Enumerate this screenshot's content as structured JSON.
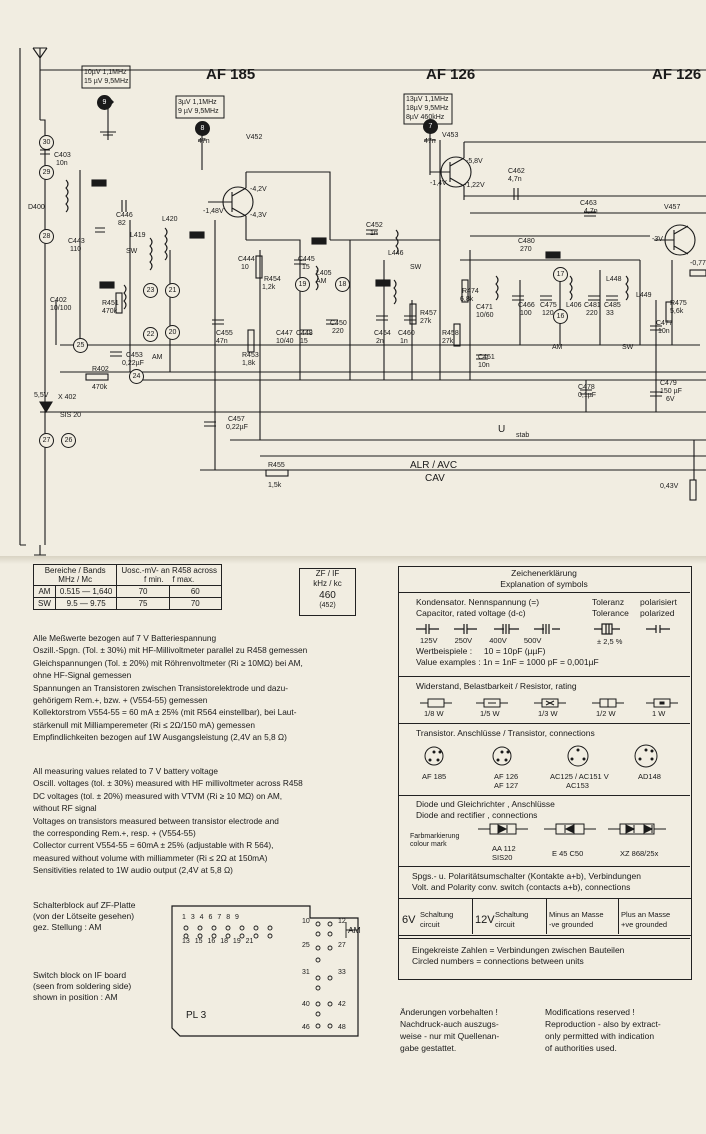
{
  "headings": {
    "af185": "AF 185",
    "af126a": "AF 126",
    "af126b": "AF 126"
  },
  "callouts": {
    "c9": [
      "10µV 1,1MHz",
      "15 µV 9,5MHz"
    ],
    "c8": [
      "3µV 1,1MHz",
      "9 µV 9,5MHz"
    ],
    "c7": [
      "13µV 1,1MHz",
      "18µV 9,5MHz",
      "8µV 460kHz"
    ]
  },
  "schematic_labels": [
    "V452",
    "V453",
    "V457",
    "C403",
    "10n",
    "D400",
    "C446",
    "82",
    "C443",
    "110",
    "L419",
    "L420",
    "SW",
    "C444",
    "10",
    "C445",
    "15",
    "C452",
    "1n",
    "L446",
    "SW",
    "R451",
    "470k",
    "C402",
    "10/100",
    "R402",
    "470k",
    "C453",
    "0,22µF",
    "X 402",
    "SIS 20",
    "5,5V",
    "C455",
    "47n",
    "R453",
    "1,8k",
    "R454",
    "1,2k",
    "C447",
    "10/40",
    "C448",
    "15",
    "L405",
    "AM",
    "C450",
    "220",
    "C454",
    "2n",
    "C460",
    "1n",
    "R457",
    "27k",
    "R458",
    "27k",
    "C461",
    "10n",
    "C462",
    "4,7n",
    "C463",
    "4,7n",
    "C480",
    "270",
    "C471",
    "10/60",
    "C466",
    "100",
    "C475",
    "120",
    "L406",
    "C481",
    "220",
    "C485",
    "33",
    "L448",
    "L449",
    "AM",
    "SW",
    "C477",
    "10n",
    "R475",
    "5,6k",
    "C478",
    "0,1µF",
    "C479",
    "150 µF",
    "6V",
    "C457",
    "0,22µF",
    "R455",
    "1,5k",
    "ALR / AVC",
    "CAV",
    "U",
    "stab",
    "-1,48V",
    "-4,2V",
    "-4,3V",
    "-5,8V",
    "-1,4V",
    "-1,22V",
    "-3V",
    "-0,77V",
    "0,43V",
    "47n",
    "47n",
    "AM",
    "R474",
    "6,8k"
  ],
  "numbers": [
    "30",
    "29",
    "28",
    "25",
    "24",
    "27",
    "26",
    "23",
    "22",
    "21",
    "20",
    "19",
    "18",
    "17",
    "16",
    "9",
    "8",
    "7"
  ],
  "bands": {
    "h1": "Bereiche / Bands",
    "h1b": "MHz / Mc",
    "h2": "Uosc.-mV- an R458 across",
    "h2a": "f min.",
    "h2b": "f max.",
    "rows": [
      [
        "AM",
        "0.515 — 1,640",
        "70",
        "60"
      ],
      [
        "SW",
        "9.5 — 9.75",
        "75",
        "70"
      ]
    ]
  },
  "zf": {
    "l1": "ZF / IF",
    "l2": "kHz / kc",
    "l3": "460",
    "l4": "(452)"
  },
  "de_notes": [
    "Alle Meßwerte bezogen auf 7 V Batteriespannung",
    "Oszill.-Spgn. (Tol. ± 30%) mit HF-Millivoltmeter parallel zu R458 gemessen",
    "Gleichspannungen (Tol. ± 20%) mit Röhrenvoltmeter (Ri ≥ 10MΩ) bei AM,",
    "ohne HF-Signal gemessen",
    "Spannungen an Transistoren zwischen Transistorelektrode und dazu-",
    "gehörigem Rem.+, bzw. + (V554-55) gemessen",
    "Kollektorstrom V554-55 = 60 mA ± 25% (mit R564 einstellbar), bei Laut-",
    "stärkenull mit Milliamperemeter (Ri ≤ 2Ω/150 mA) gemessen",
    "Empfindlichkeiten bezogen auf 1W Ausgangsleistung (2,4V an 5,8 Ω)"
  ],
  "en_notes": [
    "All measuring values related to 7 V battery voltage",
    "Oscill. voltages (tol. ± 30%) measured with HF millivoltmeter across R458",
    "DC voltages (tol. ± 20%) measured with VTVM (Ri ≥ 10 MΩ) on AM,",
    "without RF signal",
    "Voltages on transistors measured between transistor electrode and",
    "the corresponding Rem.+, resp. + (V554-55)",
    "Collector current V554-55 = 60mA ± 25% (adjustable with R 564),",
    "measured without volume with milliammeter (Ri ≤ 2Ω at 150mA)",
    "Sensitivities related to 1W audio output (2,4V at 5,8 Ω)"
  ],
  "switch_de": [
    "Schalterblock auf ZF-Platte",
    "(von der Lötseite gesehen)",
    "gez. Stellung : AM"
  ],
  "switch_en": [
    "Switch block on IF board",
    "(seen from soldering side)",
    "shown in position : AM"
  ],
  "switch_nums": {
    "top": "1 3 4 6 7 8 9",
    "bottom": "13 15 16 18 19 21",
    "pl": "PL 3",
    "am": "AM",
    "right": [
      "10",
      "12",
      "25",
      "27",
      "31",
      "33",
      "40",
      "42",
      "46",
      "48"
    ]
  },
  "legend": {
    "title1": "Zeichenerklärung",
    "title2": "Explanation of symbols",
    "cap1": "Kondensator. Nennspannung (=)",
    "cap2": "Capacitor, rated voltage (d-c)",
    "tol1": "Toleranz",
    "tol2": "Tolerance",
    "pol1": "polarisiert",
    "pol2": "polarized",
    "volts": [
      "125V",
      "250V",
      "400V",
      "500V"
    ],
    "tolval": "± 2,5 %",
    "ex1": "Wertbeispiele :",
    "ex1v": "10 = 10pF (µµF)",
    "ex2": "Value examples :",
    "ex2v": "1n = 1nF = 1000 pF = 0,001µF",
    "res": "Widerstand, Belastbarkeit / Resistor, rating",
    "watts": [
      "1/8 W",
      "1/5 W",
      "1/3 W",
      "1/2 W",
      "1 W"
    ],
    "tr": "Transistor. Anschlüsse / Transistor, connections",
    "trtypes": [
      "AF 185",
      "AF 126",
      "AF 127",
      "AC125 / AC151 V",
      "AC153",
      "AD148"
    ],
    "diode1": "Diode und Gleichrichter , Anschlüsse",
    "diode2": "Diode and rectifier , connections",
    "farb1": "Farbmarkierung",
    "farb2": "colour mark",
    "dtypes": [
      "AA 112",
      "SIS20",
      "E 45 C50",
      "XZ 868/25x"
    ],
    "sw1": "Spgs.- u. Polaritätsumschalter (Kontakte a+b), Verbindungen",
    "sw2": "Volt. and Polarity conv. switch (contacts a+b), connections",
    "sw6": "6V",
    "sw6a": "Schaltung",
    "sw6b": "circuit",
    "sw12": "12V",
    "sw12a": "Schaltung",
    "sw12b": "circuit",
    "minus1": "Minus an Masse",
    "minus2": "-ve grounded",
    "plus1": "Plus an Masse",
    "plus2": "+ve grounded",
    "circ1": "Eingekreiste Zahlen = Verbindungen zwischen Bauteilen",
    "circ2": "Circled numbers = connections between units"
  },
  "footer": {
    "de": [
      "Änderungen vorbehalten !",
      "Nachdruck-auch auszugs-",
      "weise - nur mit Quellenan-",
      "gabe gestattet."
    ],
    "en": [
      "Modifications reserved !",
      "Reproduction - also by extract-",
      "only permitted with indication",
      "of authorities used."
    ]
  }
}
